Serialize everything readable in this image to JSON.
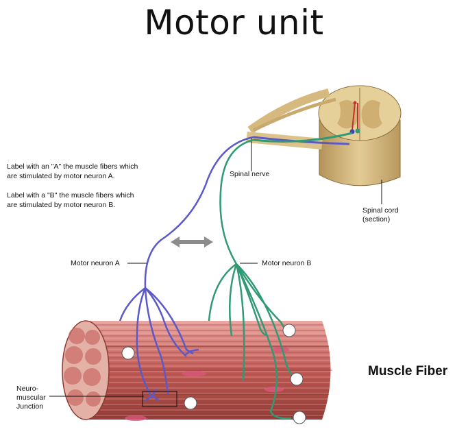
{
  "title": "Motor unit",
  "instructions": {
    "a_line1": "Label with an \"A\" the muscle fibers which",
    "a_line2": "are stimulated by motor neuron A.",
    "b_line1": "Label with a \"B\" the muscle fibers which",
    "b_line2": " are stimulated by motor neuron B."
  },
  "labels": {
    "spinal_nerve": "Spinal nerve",
    "spinal_cord_line1": "Spinal cord",
    "spinal_cord_line2": "(section)",
    "motor_neuron_a": "Motor neuron A",
    "motor_neuron_b": "Motor neuron B",
    "nmj_line1": "Neuro-",
    "nmj_line2": "muscular",
    "nmj_line3": "Junction",
    "muscle_fiber": "Muscle Fiber"
  },
  "colors": {
    "neuron_a": "#5b59c9",
    "neuron_b": "#2f9a73",
    "muscle": "#c25a55",
    "spinal_cord": "#d9bf87"
  }
}
